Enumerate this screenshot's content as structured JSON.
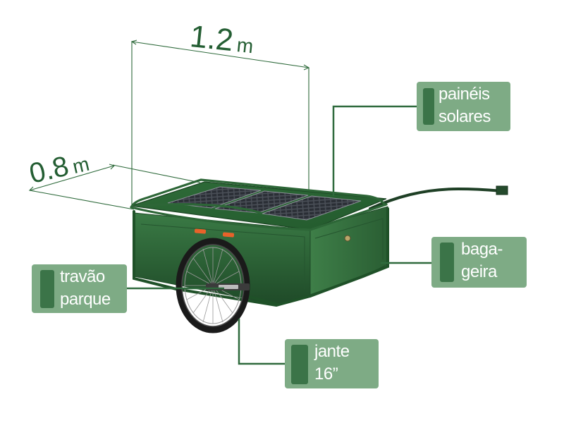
{
  "dimensions": {
    "length": {
      "value": "1.2",
      "unit": "m"
    },
    "width": {
      "value": "0.8",
      "unit": "m"
    }
  },
  "callouts": {
    "solar_panels": {
      "line1": "painéis",
      "line2": "solares"
    },
    "luggage": {
      "line1": "baga-",
      "line2": "geira"
    },
    "parking_brake": {
      "line1": "travão",
      "line2": "parque"
    },
    "rim": {
      "line1": "jante",
      "line2": "16”"
    }
  },
  "colors": {
    "leader_line": "#2f6a3d",
    "callout_bg": "#7eab85",
    "callout_swatch": "#3b7448",
    "trailer_body": "#2f6b3a",
    "dimension_text": "#245e33"
  }
}
